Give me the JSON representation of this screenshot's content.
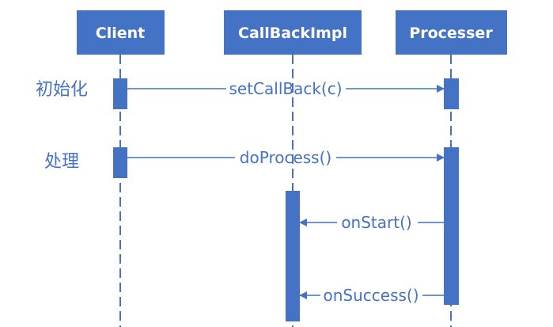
{
  "colors": {
    "primary": "#4472c4",
    "background": "#ffffff",
    "header_text": "#ffffff"
  },
  "participants": [
    {
      "id": "client",
      "label": "Client"
    },
    {
      "id": "callbackimpl",
      "label": "CallBackImpl"
    },
    {
      "id": "processer",
      "label": "Processer"
    }
  ],
  "phases": [
    {
      "id": "init",
      "label": "初始化"
    },
    {
      "id": "process",
      "label": "处理"
    }
  ],
  "messages": [
    {
      "id": "setcallback",
      "label": "setCallBack(c)",
      "from": "client",
      "to": "processer"
    },
    {
      "id": "doprocess",
      "label": "doProcess()",
      "from": "client",
      "to": "processer"
    },
    {
      "id": "onstart",
      "label": "onStart()",
      "from": "processer",
      "to": "callbackimpl"
    },
    {
      "id": "onsuccess",
      "label": "onSuccess()",
      "from": "processer",
      "to": "callbackimpl"
    }
  ]
}
